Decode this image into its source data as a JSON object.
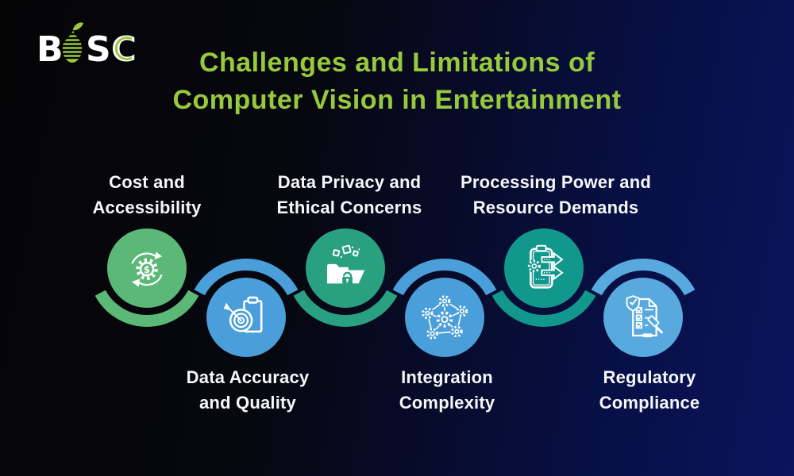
{
  "logo": {
    "name": "BOSC",
    "letter_b": "B",
    "letters_sc": "SC",
    "pear_color": "#9aca3b",
    "text_color": "#ffffff"
  },
  "title": {
    "line1": "Challenges and Limitations of",
    "line2": "Computer Vision in Entertainment",
    "color": "#97c93d"
  },
  "background": {
    "gradient_left": "#050506",
    "gradient_right": "#0d135c"
  },
  "label_color": "#f6f7fa",
  "icon_stroke_color": "#ffffff",
  "items": [
    {
      "id": "cost",
      "row": "top",
      "label_line1": "Cost and",
      "label_line2": "Accessibility",
      "color": "#5cb876",
      "icon": "dollar-gear-refresh-icon",
      "icon_glyph": "$"
    },
    {
      "id": "accuracy",
      "row": "bottom",
      "label_line1": "Data Accuracy",
      "label_line2": "and Quality",
      "color": "#4a9ed9",
      "icon": "target-dart-clipboard-icon"
    },
    {
      "id": "privacy",
      "row": "top",
      "label_line1": "Data Privacy and",
      "label_line2": "Ethical Concerns",
      "color": "#29a180",
      "icon": "folder-lock-icon"
    },
    {
      "id": "integration",
      "row": "bottom",
      "label_line1": "Integration",
      "label_line2": "Complexity",
      "color": "#4a9ed9",
      "icon": "gear-network-icon"
    },
    {
      "id": "processing",
      "row": "top",
      "label_line1": "Processing Power and",
      "label_line2": "Resource Demands",
      "color": "#12978d",
      "icon": "clipboard-gear-arrows-icon"
    },
    {
      "id": "regulatory",
      "row": "bottom",
      "label_line1": "Regulatory",
      "label_line2": "Compliance",
      "color": "#58a9dd",
      "icon": "checklist-shield-gavel-icon"
    }
  ]
}
